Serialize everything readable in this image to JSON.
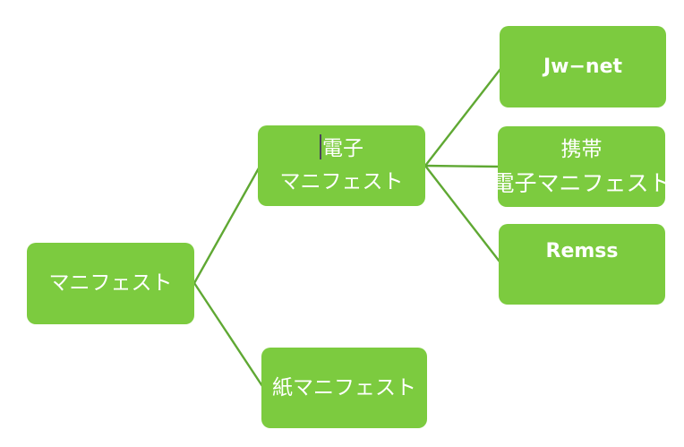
{
  "theme": {
    "background": "#FFFFFF",
    "node_fill": "#7CCB3F",
    "connector_color": "#5FA833",
    "text_color": "#FFFFFF",
    "caret_color": "#4A4458"
  },
  "diagram": {
    "type": "hierarchy",
    "nodes": {
      "root": {
        "label": "マニフェスト"
      },
      "electronic": {
        "line1": "電子",
        "line2": "マニフェスト",
        "has_text_cursor": true
      },
      "paper": {
        "label": "紙マニフェスト"
      },
      "jwnet": {
        "label": "Jw−net"
      },
      "mobile": {
        "line1": "携帯",
        "line2": "電子マニフェスト"
      },
      "remss": {
        "label": "Remss"
      }
    },
    "edges": [
      {
        "from": "root",
        "to": "electronic"
      },
      {
        "from": "root",
        "to": "paper"
      },
      {
        "from": "electronic",
        "to": "jwnet"
      },
      {
        "from": "electronic",
        "to": "mobile"
      },
      {
        "from": "electronic",
        "to": "remss"
      }
    ]
  }
}
